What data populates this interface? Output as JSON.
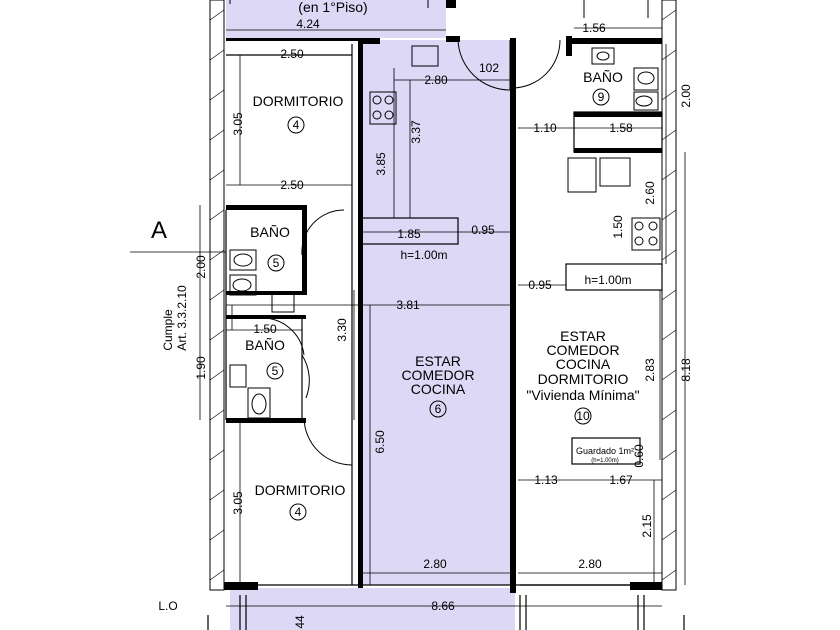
{
  "header": {
    "floor_note": "(en 1°Piso)",
    "top_dim": "4.24",
    "dim_156": "1.56"
  },
  "door_102": "102",
  "section_marker": "A",
  "baseline": "L.O",
  "note_cumple": "Cumple",
  "note_article": "Art. 3.3.2.10",
  "rooms": {
    "dorm_top": {
      "name": "DORMITORIO",
      "num": "4"
    },
    "bano_1": {
      "name": "BAÑO",
      "num": "5"
    },
    "bano_2": {
      "name": "BAÑO",
      "num": "5"
    },
    "dorm_bottom": {
      "name": "DORMITORIO",
      "num": "4"
    },
    "estar_6": {
      "line1": "ESTAR",
      "line2": "COMEDOR",
      "line3": "COCINA",
      "num": "6"
    },
    "bano_9": {
      "name": "BAÑO",
      "num": "9"
    },
    "estar_10": {
      "line1": "ESTAR",
      "line2": "COMEDOR",
      "line3": "COCINA",
      "line4": "DORMITORIO",
      "line5": "\"Vivienda Mínima\"",
      "num": "10"
    }
  },
  "guardado": {
    "label": "Guardado 1m²",
    "sub": "(h=1.00m)"
  },
  "counter_left": "h=1.00m",
  "counter_right": "h=1.00m",
  "dims": {
    "d250_top": "2.50",
    "d305_top": "3.05",
    "d250_mid": "2.50",
    "d200_left": "2.00",
    "d150": "1.50",
    "d190": "1.90",
    "d305_bottom": "3.05",
    "d280_a": "2.80",
    "d337": "3.37",
    "d385": "3.85",
    "d185": "1.85",
    "d095_a": "0.95",
    "d381": "3.81",
    "d330": "3.30",
    "d650": "6.50",
    "d280_bottom_left": "2.80",
    "d110": "1.10",
    "d158": "1.58",
    "d200_right": "2.00",
    "d260": "2.60",
    "d150_right": "1.50",
    "d095_b": "0.95",
    "d283": "2.83",
    "d818": "8.18",
    "d060": "0.60",
    "d113": "1.13",
    "d167": "1.67",
    "d215": "2.15",
    "d280_bottom_right": "2.80",
    "d866": "8.66",
    "d44": "44"
  }
}
